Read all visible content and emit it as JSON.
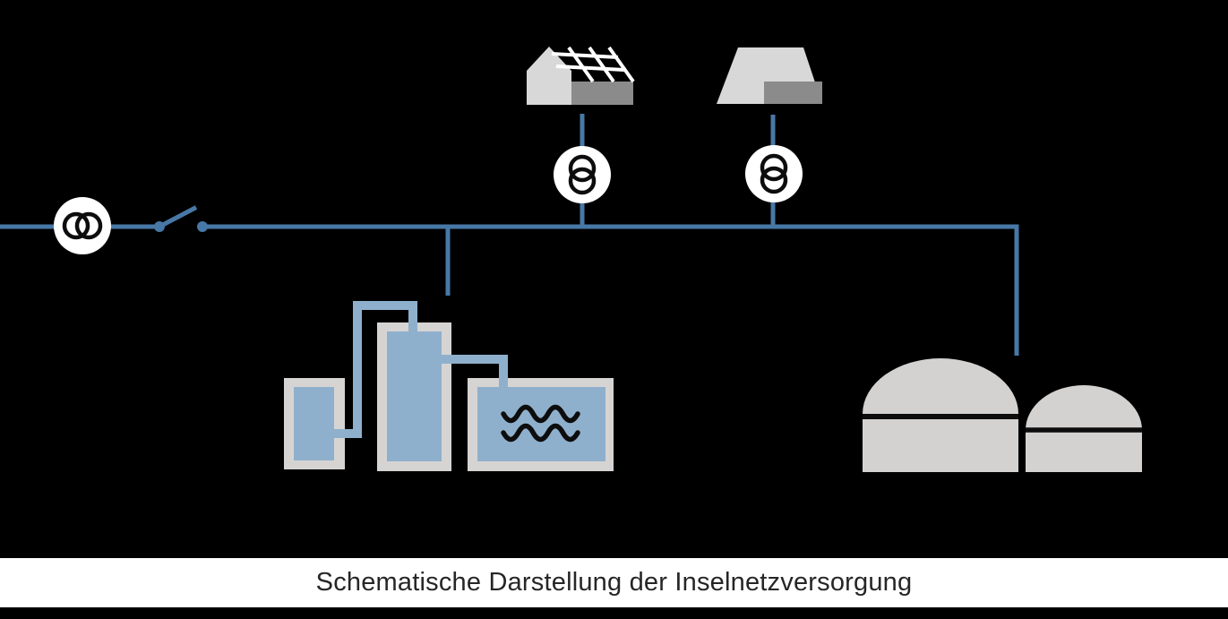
{
  "caption": {
    "text": "Schematische Darstellung der Inselnetzversorgung"
  },
  "colors": {
    "background": "#000000",
    "grid_line": "#4878a6",
    "water_pipe": "#8fb0cc",
    "vessel_frame": "#d6d4d3",
    "tank_gray": "#d3d2d1",
    "house_light": "#d8d8d8",
    "house_dark": "#8c8b8b",
    "symbol_white": "#ffffff",
    "symbol_black": "#0d0d0d",
    "caption_bg": "#ffffff",
    "caption_color": "#262626"
  },
  "diagram": {
    "components": [
      {
        "id": "external-grid-line",
        "type": "power-line"
      },
      {
        "id": "external-grid-transformer",
        "type": "transformer-symbol"
      },
      {
        "id": "grid-disconnect-switch",
        "type": "switch",
        "state": "open"
      },
      {
        "id": "island-bus",
        "type": "power-line"
      },
      {
        "id": "solar-house",
        "type": "building-with-pv-roof"
      },
      {
        "id": "house",
        "type": "building"
      },
      {
        "id": "solar-house-transformer",
        "type": "transformer-symbol"
      },
      {
        "id": "house-transformer",
        "type": "transformer-symbol"
      },
      {
        "id": "electrolysis-plant",
        "type": "three-vessel-process-unit-with-pipes"
      },
      {
        "id": "water-basin",
        "type": "vessel-with-wave-symbol"
      },
      {
        "id": "storage-tank-large",
        "type": "dome-tank"
      },
      {
        "id": "storage-tank-small",
        "type": "dome-tank"
      }
    ]
  }
}
